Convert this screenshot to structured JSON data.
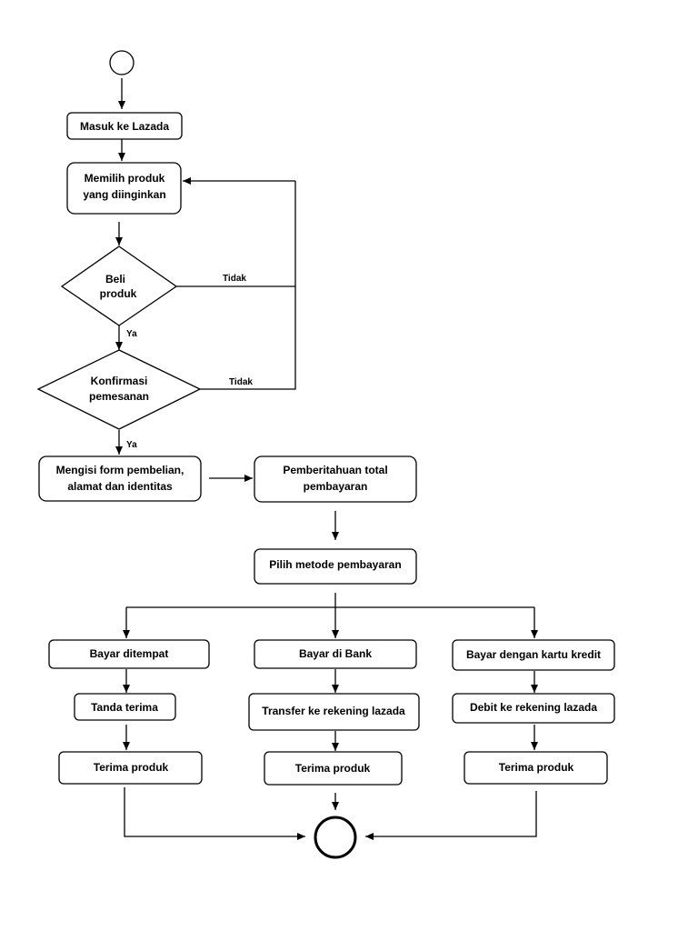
{
  "nodes": {
    "masuk": "Masuk ke Lazada",
    "memilih_1": "Memilih produk",
    "memilih_2": "yang diinginkan",
    "beli_1": "Beli",
    "beli_2": "produk",
    "konfirmasi_1": "Konfirmasi",
    "konfirmasi_2": "pemesanan",
    "mengisi_1": "Mengisi form pembelian,",
    "mengisi_2": "alamat dan identitas",
    "pemberitahuan_1": "Pemberitahuan total",
    "pemberitahuan_2": "pembayaran",
    "pilih": "Pilih metode pembayaran",
    "bayar_ditempat": "Bayar ditempat",
    "bayar_bank": "Bayar di Bank",
    "bayar_kartu": "Bayar dengan kartu kredit",
    "tanda_terima": "Tanda terima",
    "transfer": "Transfer ke rekening lazada",
    "debit": "Debit ke rekening lazada",
    "terima_1": "Terima produk",
    "terima_2": "Terima produk",
    "terima_3": "Terima produk"
  },
  "labels": {
    "tidak_1": "Tidak",
    "tidak_2": "Tidak",
    "ya_1": "Ya",
    "ya_2": "Ya"
  }
}
